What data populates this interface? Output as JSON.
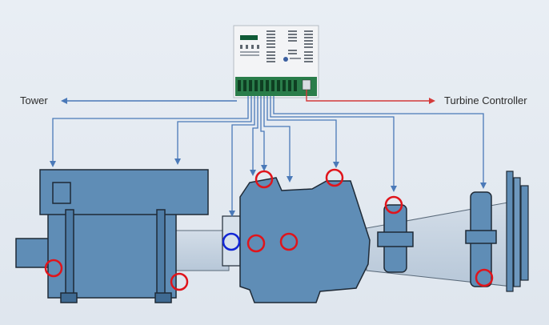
{
  "labels": {
    "tower": "Tower",
    "turbine_controller": "Turbine Controller"
  },
  "colors": {
    "background": "#e4eaf1",
    "machine_fill": "#5f8db6",
    "machine_stroke": "#1f2a36",
    "shaft_fill": "#c7d4e2",
    "signal_arrow": "#4a79b8",
    "controller_arrow": "#d43a3a",
    "sensor_red": "#e0141b",
    "sensor_blue": "#1227d6"
  },
  "sensors": [
    {
      "id": "generator-rear",
      "color": "red"
    },
    {
      "id": "generator-front",
      "color": "red"
    },
    {
      "id": "gearbox-top-left",
      "color": "red"
    },
    {
      "id": "gearbox-top-right",
      "color": "red"
    },
    {
      "id": "gearbox-input",
      "color": "blue"
    },
    {
      "id": "gearbox-mid-left",
      "color": "red"
    },
    {
      "id": "gearbox-mid-right",
      "color": "red"
    },
    {
      "id": "main-bearing-1",
      "color": "red"
    },
    {
      "id": "main-bearing-2",
      "color": "red"
    }
  ]
}
